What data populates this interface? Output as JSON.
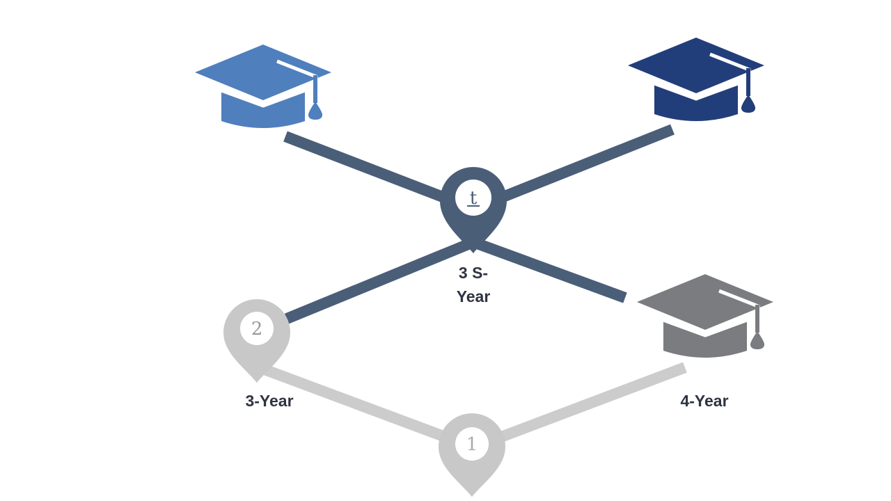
{
  "diagram": {
    "colors": {
      "dark_connector": "#4a5e78",
      "light_connector": "#cccccc",
      "cap_light_blue": "#4f7fbd",
      "cap_dark_blue": "#223e7a",
      "cap_grey": "#7a7c80",
      "label_text": "#2e3440",
      "pin_dark": "#4a5e78",
      "pin_light": "#c8c8c8"
    },
    "pins": [
      {
        "id": "top",
        "number": "t"
      },
      {
        "id": "left",
        "number": "2"
      },
      {
        "id": "bottom",
        "number": "1"
      }
    ],
    "labels": [
      {
        "id": "center",
        "lines": [
          "3 S-",
          "Year"
        ]
      },
      {
        "id": "left",
        "text": "3-Year"
      },
      {
        "id": "right",
        "text": "4-Year"
      }
    ],
    "caps": [
      {
        "id": "top-left",
        "icon": "graduation-cap-icon",
        "color": "light-blue"
      },
      {
        "id": "top-right",
        "icon": "graduation-cap-icon",
        "color": "dark-blue"
      },
      {
        "id": "bottom-right",
        "icon": "graduation-cap-icon",
        "color": "grey"
      }
    ]
  }
}
